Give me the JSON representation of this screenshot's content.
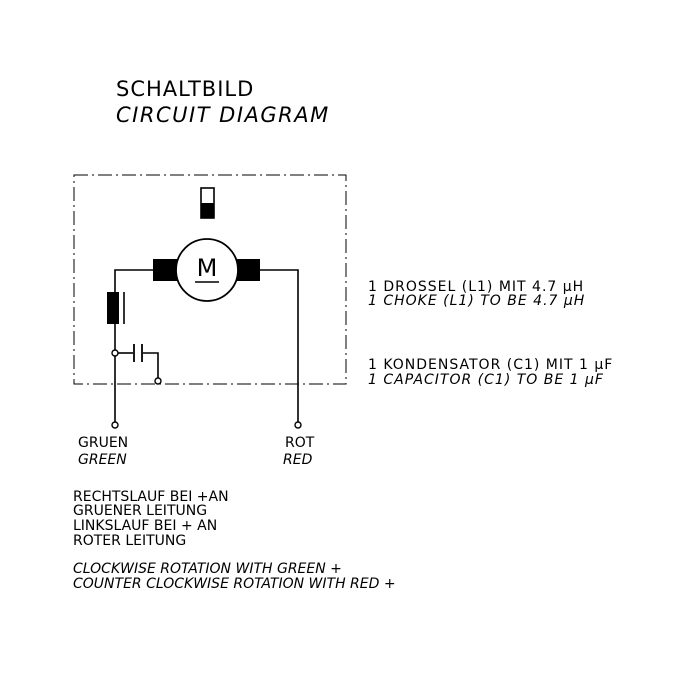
{
  "title_de": "SCHALTBILD",
  "title_en": "CIRCUIT DIAGRAM",
  "motor_label": "M",
  "choke_de": "1 DROSSEL (L1) MIT 4.7 µH",
  "choke_en": "1 CHOKE (L1) TO BE 4.7 µH",
  "capacitor_de": "1 KONDENSATOR (C1) MIT 1 µF",
  "capacitor_en": "1 CAPACITOR (C1) TO BE 1 µF",
  "terminal_green_de": "GRUEN",
  "terminal_green_en": "GREEN",
  "terminal_red_de": "ROT",
  "terminal_red_en": "RED",
  "notes_de": [
    "RECHTSLAUF BEI +AN",
    "GRUENER LEITUNG",
    "LINKSLAUF BEI + AN",
    "ROTER LEITUNG"
  ],
  "notes_en": [
    "CLOCKWISE ROTATION WITH GREEN +",
    "COUNTER CLOCKWISE ROTATION WITH RED +"
  ]
}
